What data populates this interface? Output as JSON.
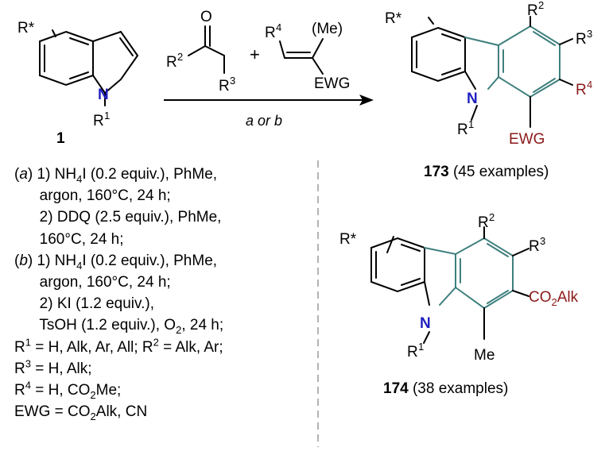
{
  "reaction": {
    "substrate_number": "1",
    "arrow_label": "a or b"
  },
  "products": {
    "p173": {
      "number": "173",
      "note": "(45 examples)"
    },
    "p174": {
      "number": "174",
      "note": "(38 examples)"
    }
  },
  "conditions": [
    {
      "segments": [
        {
          "t": "("
        },
        {
          "t": "a",
          "style": "i"
        },
        {
          "t": ") 1) NH"
        },
        {
          "t": "4",
          "style": "sub"
        },
        {
          "t": "I (0.2 equiv.), PhMe,"
        }
      ]
    },
    {
      "segments": [
        {
          "t": "      argon, 160°C, 24 h;"
        }
      ]
    },
    {
      "segments": [
        {
          "t": "      2) DDQ (2.5 equiv.), PhMe,"
        }
      ]
    },
    {
      "segments": [
        {
          "t": "      160°C, 24 h;"
        }
      ]
    },
    {
      "segments": [
        {
          "t": "("
        },
        {
          "t": "b",
          "style": "i"
        },
        {
          "t": ") 1) NH"
        },
        {
          "t": "4",
          "style": "sub"
        },
        {
          "t": "I (0.2 equiv.), PhMe,"
        }
      ]
    },
    {
      "segments": [
        {
          "t": "      argon, 160°C, 24 h;"
        }
      ]
    },
    {
      "segments": [
        {
          "t": "      2) KI (1.2 equiv.),"
        }
      ]
    },
    {
      "segments": [
        {
          "t": "      TsOH (1.2 equiv.), O"
        },
        {
          "t": "2",
          "style": "sub"
        },
        {
          "t": ", 24 h;"
        }
      ]
    },
    {
      "segments": [
        {
          "t": "R"
        },
        {
          "t": "1",
          "style": "sup"
        },
        {
          "t": " = H, Alk, Ar, All; R"
        },
        {
          "t": "2",
          "style": "sup"
        },
        {
          "t": " = Alk, Ar;"
        }
      ]
    },
    {
      "segments": [
        {
          "t": "R"
        },
        {
          "t": "3",
          "style": "sup"
        },
        {
          "t": " = H, Alk;"
        }
      ]
    },
    {
      "segments": [
        {
          "t": "R"
        },
        {
          "t": "4",
          "style": "sup"
        },
        {
          "t": " = H, CO"
        },
        {
          "t": "2",
          "style": "sub"
        },
        {
          "t": "Me;"
        }
      ]
    },
    {
      "segments": [
        {
          "t": "EWG = CO"
        },
        {
          "t": "2",
          "style": "sub"
        },
        {
          "t": "Alk, CN"
        }
      ]
    }
  ],
  "labels": {
    "r_star": "R*",
    "n": "N",
    "r": "R",
    "sup1": "1",
    "sup2": "2",
    "sup3": "3",
    "sup4": "4",
    "o": "O",
    "plus": "+",
    "me_paren": "(Me)",
    "ewg": "EWG",
    "me": "Me",
    "co": "CO",
    "sub2": "2",
    "alk": "Alk"
  },
  "colors": {
    "bond": "#000000",
    "teal": "#3e7f7d",
    "nitrogen": "#1f1fbf",
    "dark_red": "#8b1a1a",
    "divider": "#b3b3b3"
  }
}
